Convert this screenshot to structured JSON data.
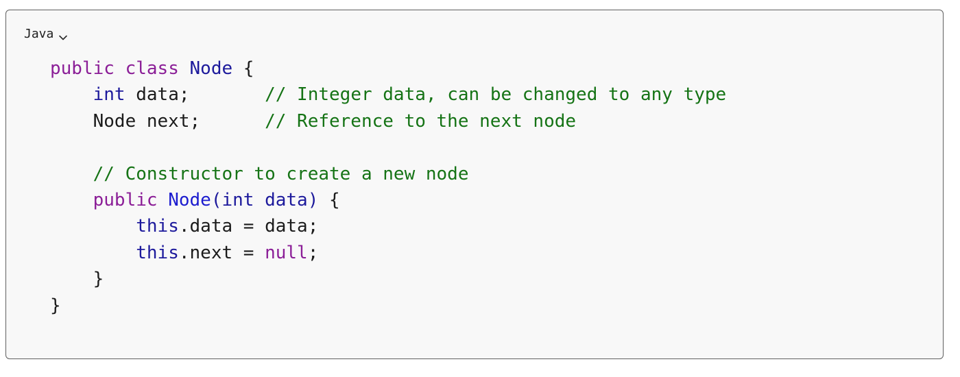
{
  "colors": {
    "background": "#f8f8f8",
    "border": "#5f5f5f",
    "keyword": "#8b1e97",
    "type": "#1d1a9c",
    "function": "#1c1ccf",
    "comment": "#157315",
    "plain": "#1b1b1b"
  },
  "language_selector": {
    "label": "Java",
    "icon": "chevron-down-icon"
  },
  "code": {
    "language": "Java",
    "lines": [
      [
        {
          "kind": "kw",
          "text": "public"
        },
        {
          "kind": "plain",
          "text": " "
        },
        {
          "kind": "kw",
          "text": "class"
        },
        {
          "kind": "plain",
          "text": " "
        },
        {
          "kind": "type",
          "text": "Node"
        },
        {
          "kind": "plain",
          "text": " {"
        }
      ],
      [
        {
          "kind": "plain",
          "text": "    "
        },
        {
          "kind": "type",
          "text": "int"
        },
        {
          "kind": "plain",
          "text": " data;       "
        },
        {
          "kind": "cmt",
          "text": "// Integer data, can be changed to any type"
        }
      ],
      [
        {
          "kind": "plain",
          "text": "    Node next;      "
        },
        {
          "kind": "cmt",
          "text": "// Reference to the next node"
        }
      ],
      [],
      [
        {
          "kind": "plain",
          "text": "    "
        },
        {
          "kind": "cmt",
          "text": "// Constructor to create a new node"
        }
      ],
      [
        {
          "kind": "plain",
          "text": "    "
        },
        {
          "kind": "kw",
          "text": "public"
        },
        {
          "kind": "plain",
          "text": " "
        },
        {
          "kind": "fn",
          "text": "Node"
        },
        {
          "kind": "type",
          "text": "(int data)"
        },
        {
          "kind": "plain",
          "text": " {"
        }
      ],
      [
        {
          "kind": "plain",
          "text": "        "
        },
        {
          "kind": "type",
          "text": "this"
        },
        {
          "kind": "plain",
          "text": ".data = data;"
        }
      ],
      [
        {
          "kind": "plain",
          "text": "        "
        },
        {
          "kind": "type",
          "text": "this"
        },
        {
          "kind": "plain",
          "text": ".next = "
        },
        {
          "kind": "kw",
          "text": "null"
        },
        {
          "kind": "plain",
          "text": ";"
        }
      ],
      [
        {
          "kind": "plain",
          "text": "    }"
        }
      ],
      [
        {
          "kind": "plain",
          "text": "}"
        }
      ]
    ]
  }
}
